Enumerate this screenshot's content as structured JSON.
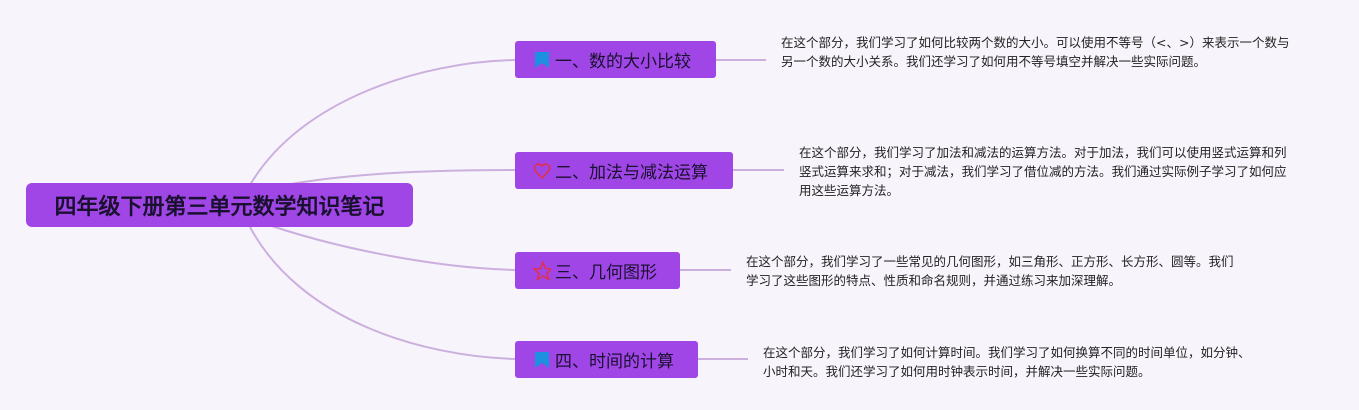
{
  "root": {
    "title": "四年级下册第三单元数学知识笔记"
  },
  "branches": [
    {
      "label": "一、数的大小比较",
      "icon": "flag-icon",
      "desc": "在这个部分，我们学习了如何比较两个数的大小。可以使用不等号（<、>）来表示一个数与另一个数的大小关系。我们还学习了如何用不等号填空并解决一些实际问题。"
    },
    {
      "label": "二、加法与减法运算",
      "icon": "heart-icon",
      "desc": "在这个部分，我们学习了加法和减法的运算方法。对于加法，我们可以使用竖式运算和列竖式运算来求和；对于减法，我们学习了借位减的方法。我们通过实际例子学习了如何应用这些运算方法。"
    },
    {
      "label": "三、几何图形",
      "icon": "star-icon",
      "desc": "在这个部分，我们学习了一些常见的几何图形，如三角形、正方形、长方形、圆等。我们学习了这些图形的特点、性质和命名规则，并通过练习来加深理解。"
    },
    {
      "label": "四、时间的计算",
      "icon": "flag-icon",
      "desc": "在这个部分，我们学习了如何计算时间。我们学习了如何换算不同的时间单位，如分钟、小时和天。我们还学习了如何用时钟表示时间，并解决一些实际问题。"
    }
  ],
  "colors": {
    "node": "#a046e6",
    "line": "#c9a8dc",
    "flag": "#1e90e0",
    "heart": "#e0304a",
    "star": "#e0304a"
  }
}
